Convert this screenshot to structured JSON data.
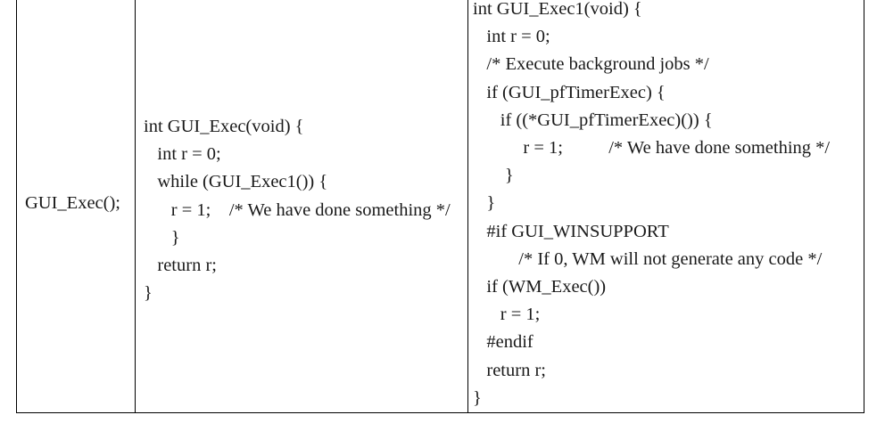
{
  "colors": {
    "background": "#ffffff",
    "border": "#000000",
    "text": "#1a1a1a"
  },
  "table": {
    "cells": {
      "call": {
        "text": "GUI_Exec();"
      },
      "gui_exec": {
        "lines": [
          "int GUI_Exec(void) {",
          "   int r = 0;",
          "   while (GUI_Exec1()) {",
          "      r = 1;    /* We have done something */",
          "      }",
          "   return r;",
          "}"
        ]
      },
      "gui_exec1": {
        "lines": [
          "int GUI_Exec1(void) {",
          "   int r = 0;",
          "   /* Execute background jobs */",
          "   if (GUI_pfTimerExec) {",
          "      if ((*GUI_pfTimerExec)()) {",
          "           r = 1;          /* We have done something */",
          "       }",
          "   }",
          "   #if GUI_WINSUPPORT",
          "          /* If 0, WM will not generate any code */",
          "   if (WM_Exec())",
          "      r = 1;",
          "   #endif",
          "   return r;",
          "}"
        ]
      }
    }
  }
}
